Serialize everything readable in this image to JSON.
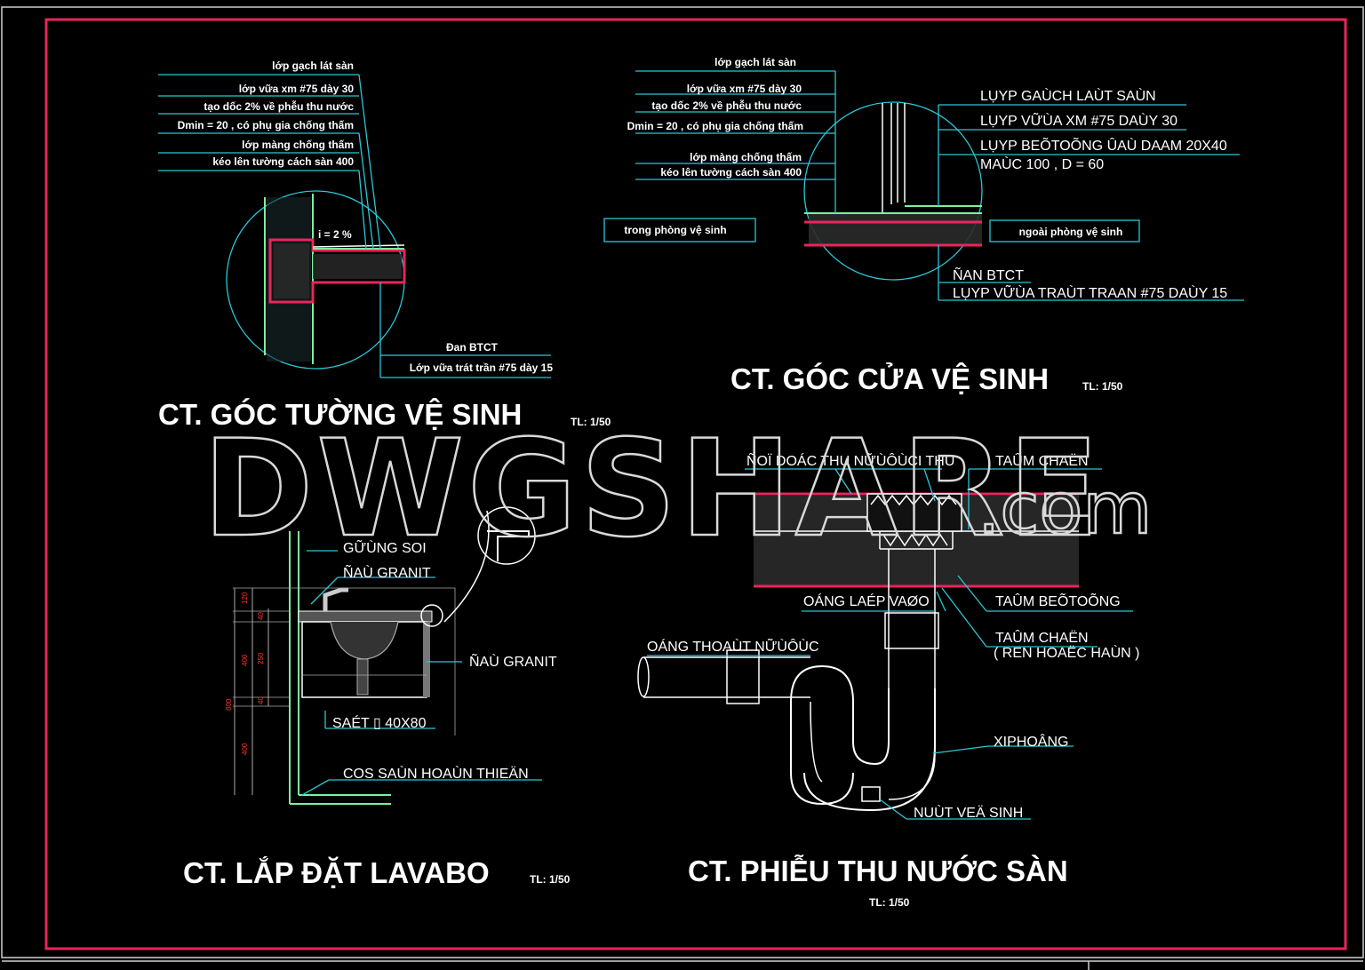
{
  "colors": {
    "frame": "#e8255d",
    "leader": "#29c8d8",
    "text": "#ffffff",
    "background": "#000000"
  },
  "watermark": {
    "main": "DWGSHARE",
    "suffix": ".com"
  },
  "detail1": {
    "title": "CT. GÓC TƯỜNG  VỆ SINH",
    "scale": "TL: 1/50",
    "labels": [
      "lớp gạch lát sàn",
      "lớp vữa xm #75 dày 30",
      "tạo dốc 2% về phễu thu nước",
      "Dmin = 20 , có phụ gia chống thấm",
      "lớp màng chống thấm",
      "kéo lên tường cách sàn 400",
      "Đan BTCT",
      "Lớp vữa trát trần #75 dày 15"
    ],
    "slope": "i = 2 %"
  },
  "detail2": {
    "title": "CT. GÓC CỬA VỆ SINH",
    "scale": "TL: 1/50",
    "labels_left": [
      "lớp gạch lát sàn",
      "lớp vữa xm #75 dày 30",
      "tạo dốc 2% về phễu thu nước",
      "Dmin = 20 , có phụ gia chống thấm",
      "lớp màng chống thấm",
      "kéo lên tường cách sàn 400"
    ],
    "box_left": "trong phòng vệ sinh",
    "box_right": "ngoài phòng vệ sinh",
    "labels_right": [
      "LỤYP GAÙCH LAÙT SAÙN",
      "LỤYP VỮÙA XM #75 DAÙY 30",
      "LỤYP BEÕTOÕNG ÛAÙ DAAM 20X40",
      "MAÙC 100 , D = 60"
    ],
    "labels_bottom": [
      "ÑAN BTCT",
      "LỤYP VỮÙA TRAÙT TRAAN #75 DAÙY 15"
    ]
  },
  "detail3": {
    "title": "CT. LẮP ĐẶT LAVABO",
    "scale": "TL: 1/50",
    "labels": [
      "GỮÙNG SOI",
      "ÑAÙ GRANIT",
      "ÑAÙ GRANIT",
      "SAÉT ▯ 40X80",
      "COS SAÙN HOAÙN THIEÄN"
    ],
    "dims": [
      "120",
      "40",
      "400",
      "250",
      "40",
      "800",
      "400"
    ]
  },
  "detail4": {
    "title": "CT. PHIỄU THU NƯỚC SÀN",
    "scale": "TL: 1/50",
    "labels": [
      "ÑOÏ DOÁC THU NỮÙÔÙCI THU",
      "TAÛM CHAËN",
      "OÁNG LAÉP VAØO",
      "TAÛM BEÕTOÕNG",
      "TAÛM CHAËN",
      "( REN HOAËC HAÙN )",
      "OÁNG THOAÙT NỮÙÔÙC",
      "XIPHOÂNG",
      "NUÙT VEÄ SINH"
    ]
  }
}
